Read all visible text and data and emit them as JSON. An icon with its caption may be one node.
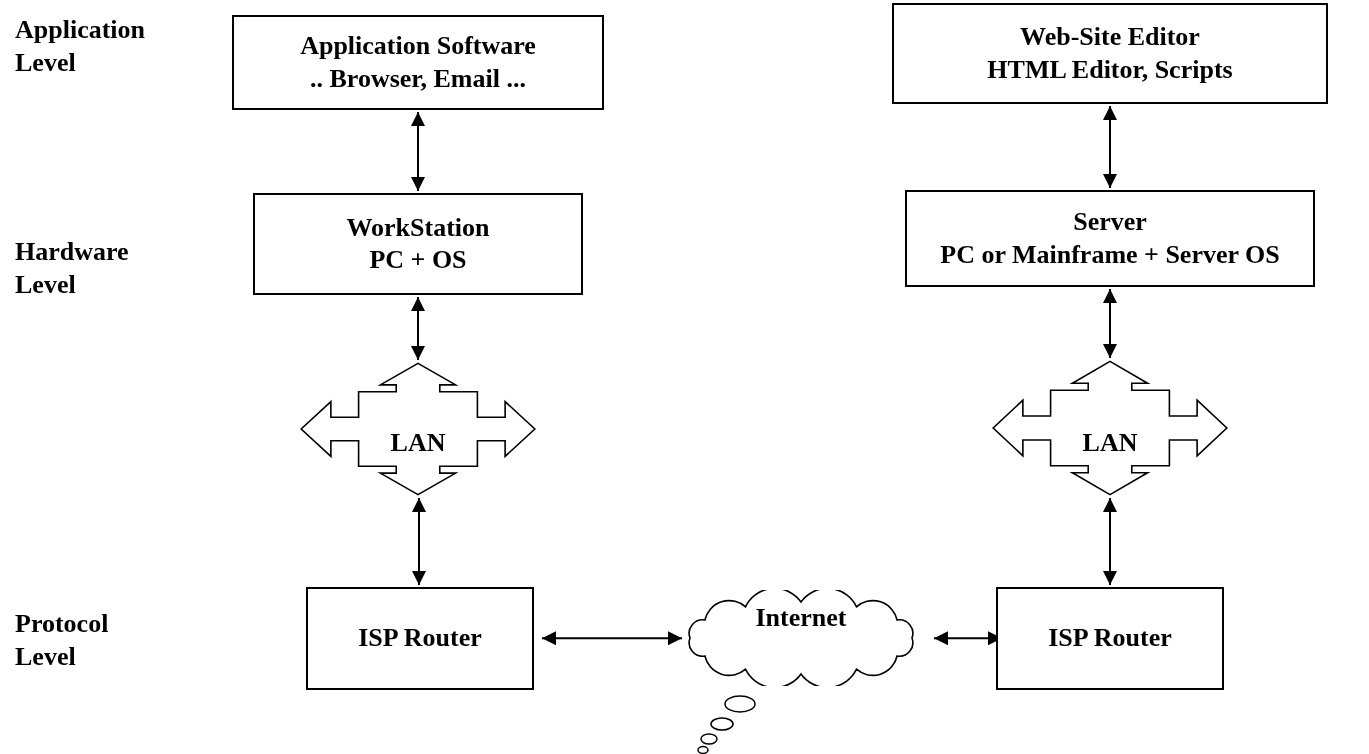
{
  "diagram": {
    "nodes": [
      {
        "text": [
          "Application Software",
          ".. Browser, Email ..."
        ]
      },
      {
        "text": [
          "Web-Site Editor",
          "HTML Editor, Scripts"
        ]
      },
      {
        "text": [
          "WorkStation",
          "PC + OS"
        ]
      },
      {
        "text": [
          "Server",
          "PC or Mainframe + Server OS"
        ]
      },
      {
        "text": [
          "LAN"
        ]
      },
      {
        "text": [
          "LAN"
        ]
      },
      {
        "text": [
          "ISP Router"
        ]
      },
      {
        "text": [
          "Internet"
        ]
      },
      {
        "text": [
          "ISP Router"
        ]
      }
    ],
    "edges": [
      {
        "from": 0,
        "to": 2,
        "arrow": "both"
      },
      {
        "from": 2,
        "to": 4,
        "arrow": "both"
      },
      {
        "from": 4,
        "to": 6,
        "arrow": "both"
      },
      {
        "from": 1,
        "to": 3,
        "arrow": "both"
      },
      {
        "from": 3,
        "to": 5,
        "arrow": "both"
      },
      {
        "from": 5,
        "to": 8,
        "arrow": "both"
      },
      {
        "from": 6,
        "to": 7,
        "arrow": "both"
      },
      {
        "from": 7,
        "to": 8,
        "arrow": "both"
      }
    ],
    "labels": [
      "Application Level",
      "Hardware Level",
      "Protocol Level"
    ]
  }
}
